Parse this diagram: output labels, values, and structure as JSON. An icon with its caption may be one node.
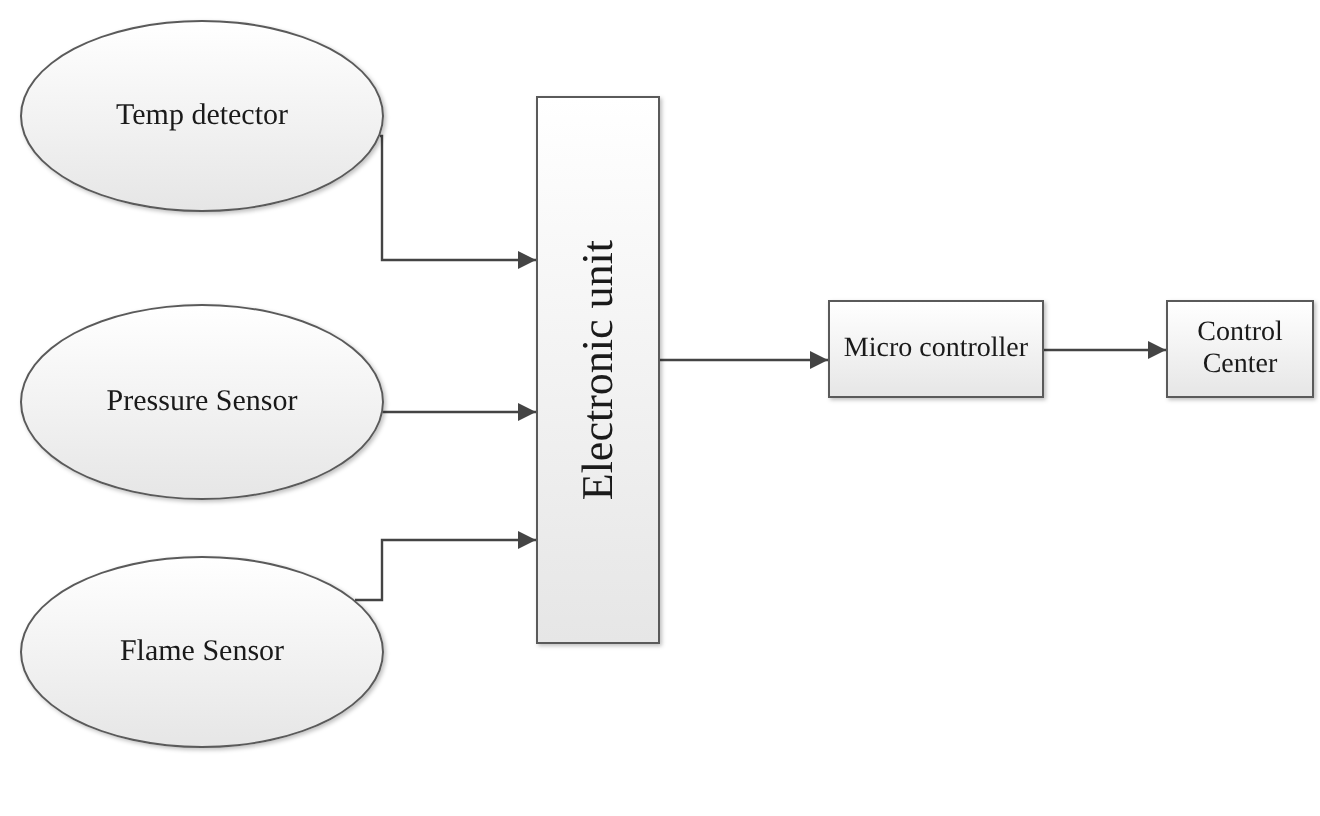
{
  "diagram": {
    "nodes": [
      {
        "text": [
          "Temp detector"
        ]
      },
      {
        "text": [
          "Pressure Sensor"
        ]
      },
      {
        "text": [
          "Flame Sensor"
        ]
      },
      {
        "text": [
          "Electronic unit"
        ]
      },
      {
        "text": [
          "Micro controller"
        ]
      },
      {
        "text": [
          "Control Center"
        ]
      }
    ],
    "edges": [
      {
        "from": 0,
        "to": 3,
        "arrow": "to"
      },
      {
        "from": 1,
        "to": 3,
        "arrow": "to"
      },
      {
        "from": 2,
        "to": 3,
        "arrow": "to"
      },
      {
        "from": 3,
        "to": 4,
        "arrow": "to"
      },
      {
        "from": 4,
        "to": 5,
        "arrow": "to"
      }
    ]
  }
}
